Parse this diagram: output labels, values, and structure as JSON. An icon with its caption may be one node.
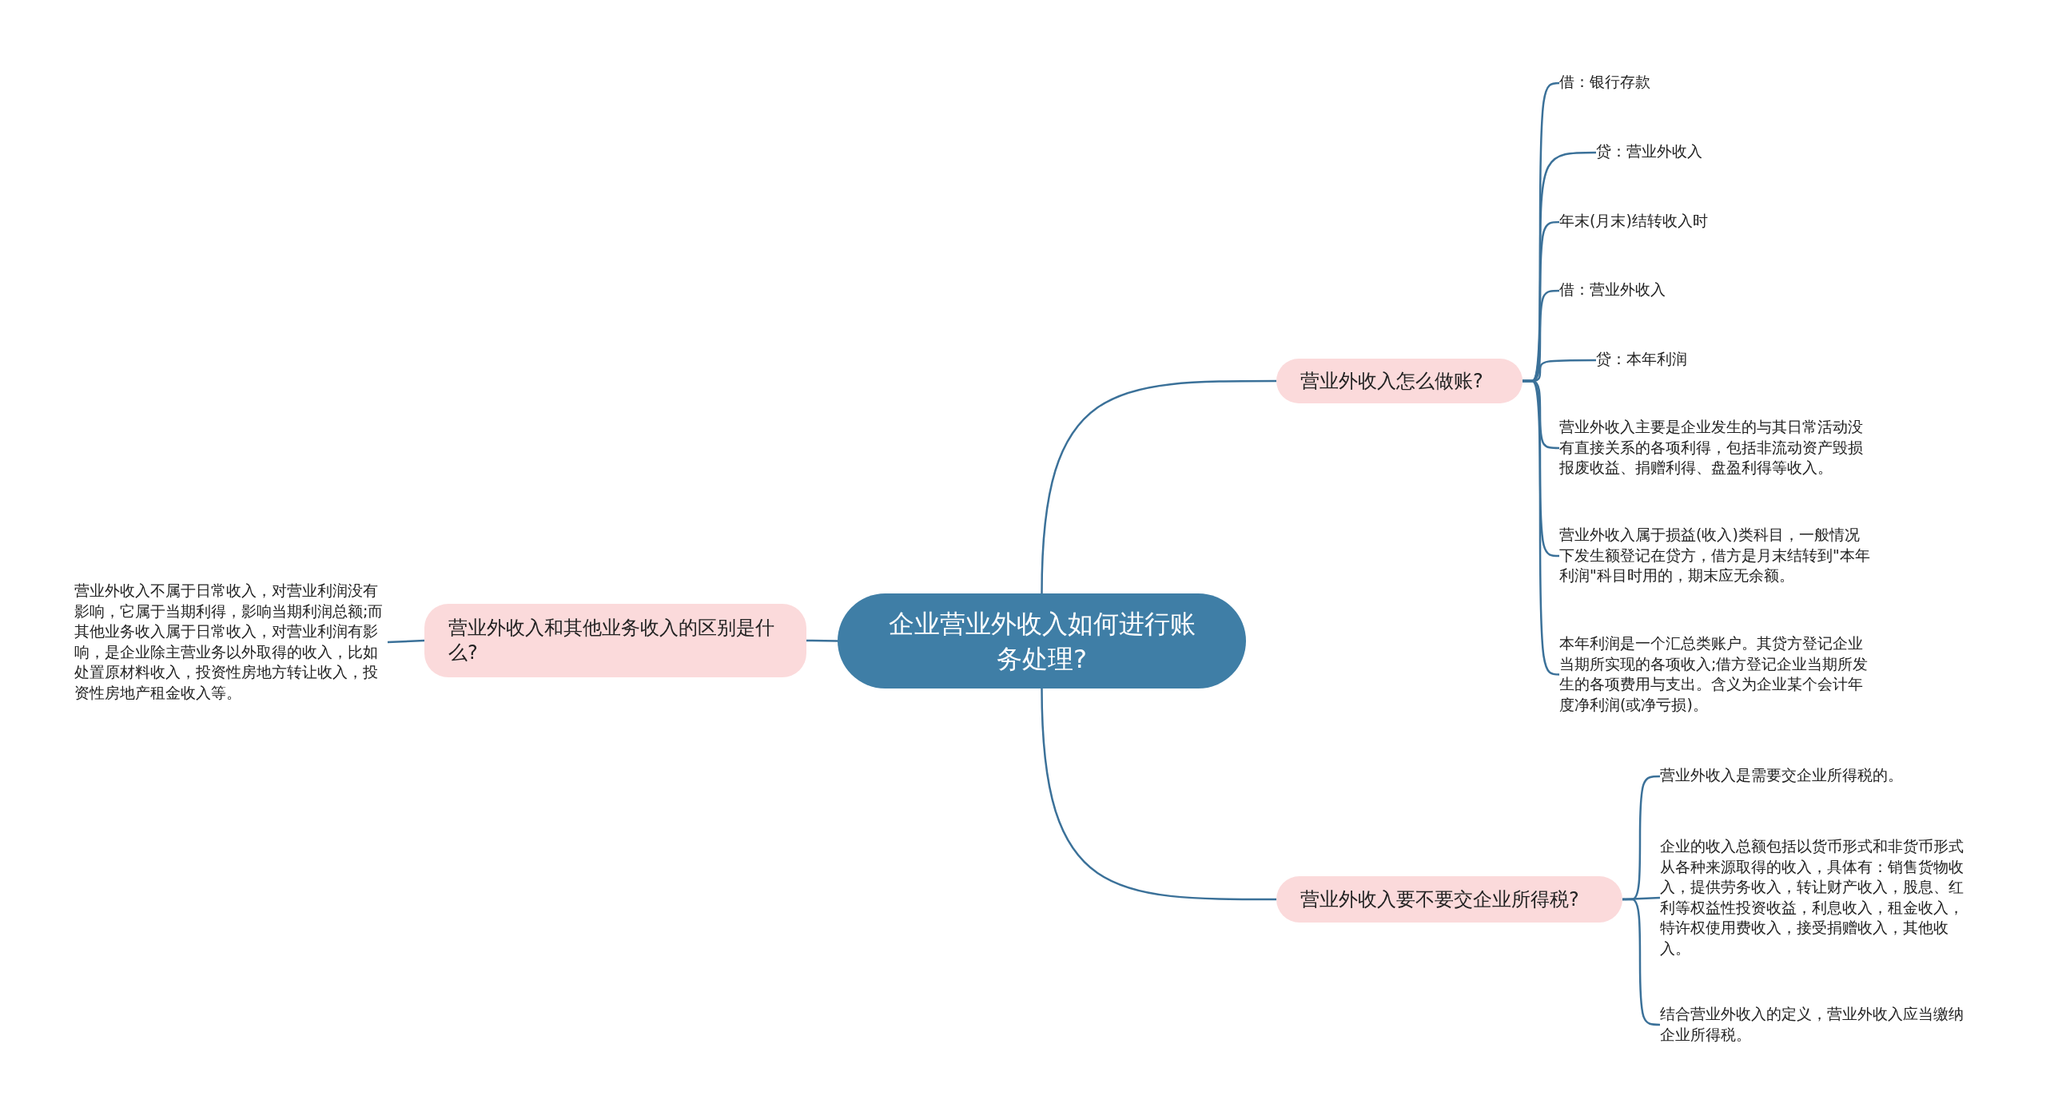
{
  "diagram": {
    "nodes": [
      {
        "text": [
          "企业营业外收入如何进行账务处理?"
        ]
      },
      {
        "text": [
          "营业外收入怎么做账?"
        ]
      },
      {
        "text": [
          "借：银行存款"
        ]
      },
      {
        "text": [
          "贷：营业外收入"
        ]
      },
      {
        "text": [
          "年末(月末)结转收入时"
        ]
      },
      {
        "text": [
          "借：营业外收入"
        ]
      },
      {
        "text": [
          "贷：本年利润"
        ]
      },
      {
        "text": [
          "营业外收入主要是企业发生的与其日常活动没有直接关系的各项利得，包括非流动资产毁损报废收益、捐赠利得、盘盈利得等收入。"
        ]
      },
      {
        "text": [
          "营业外收入属于损益(收入)类科目，一般情况下发生额登记在贷方，借方是月末结转到\"本年利润\"科目时用的，期末应无余额。"
        ]
      },
      {
        "text": [
          "本年利润是一个汇总类账户。其贷方登记企业当期所实现的各项收入;借方登记企业当期所发生的各项费用与支出。含义为企业某个会计年度净利润(或净亏损)。"
        ]
      },
      {
        "text": [
          "营业外收入要不要交企业所得税?"
        ]
      },
      {
        "text": [
          "营业外收入是需要交企业所得税的。"
        ]
      },
      {
        "text": [
          "企业的收入总额包括以货币形式和非货币形式从各种来源取得的收入，具体有：销售货物收入，提供劳务收入，转让财产收入，股息、红利等权益性投资收益，利息收入，租金收入，特许权使用费收入，接受捐赠收入，其他收入。"
        ]
      },
      {
        "text": [
          "结合营业外收入的定义，营业外收入应当缴纳企业所得税。"
        ]
      },
      {
        "text": [
          "营业外收入和其他业务收入的区别是什么?"
        ]
      },
      {
        "text": [
          "营业外收入不属于日常收入，对营业利润没有影响，它属于当期利得，影响当期利润总额;而其他业务收入属于日常收入，对营业利润有影响，是企业除主营业务以外取得的收入，比如处置原材料收入，投资性房地方转让收入，投资性房地产租金收入等。"
        ]
      }
    ],
    "edges": [
      {
        "from": 0,
        "to": 1,
        "arrow": "none"
      },
      {
        "from": 1,
        "to": 2,
        "arrow": "none"
      },
      {
        "from": 1,
        "to": 3,
        "arrow": "none"
      },
      {
        "from": 1,
        "to": 4,
        "arrow": "none"
      },
      {
        "from": 1,
        "to": 5,
        "arrow": "none"
      },
      {
        "from": 1,
        "to": 6,
        "arrow": "none"
      },
      {
        "from": 1,
        "to": 7,
        "arrow": "none"
      },
      {
        "from": 1,
        "to": 8,
        "arrow": "none"
      },
      {
        "from": 1,
        "to": 9,
        "arrow": "none"
      },
      {
        "from": 0,
        "to": 10,
        "arrow": "none"
      },
      {
        "from": 10,
        "to": 11,
        "arrow": "none"
      },
      {
        "from": 10,
        "to": 12,
        "arrow": "none"
      },
      {
        "from": 10,
        "to": 13,
        "arrow": "none"
      },
      {
        "from": 0,
        "to": 14,
        "arrow": "none"
      },
      {
        "from": 14,
        "to": 15,
        "arrow": "none"
      }
    ]
  }
}
